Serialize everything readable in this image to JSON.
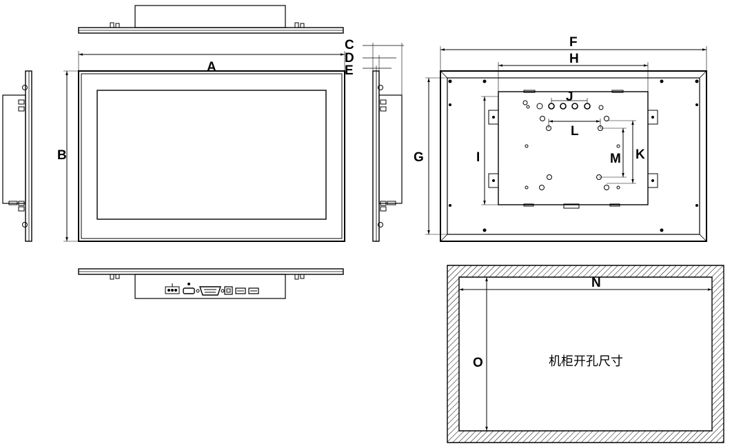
{
  "dimension_labels": {
    "A": "A",
    "B": "B",
    "C": "C",
    "D": "D",
    "E": "E",
    "F": "F",
    "G": "G",
    "H": "H",
    "I": "I",
    "J": "J",
    "K": "K",
    "L": "L",
    "M": "M",
    "N": "N",
    "O": "O"
  },
  "cutout_caption": "机柜开孔尺寸"
}
